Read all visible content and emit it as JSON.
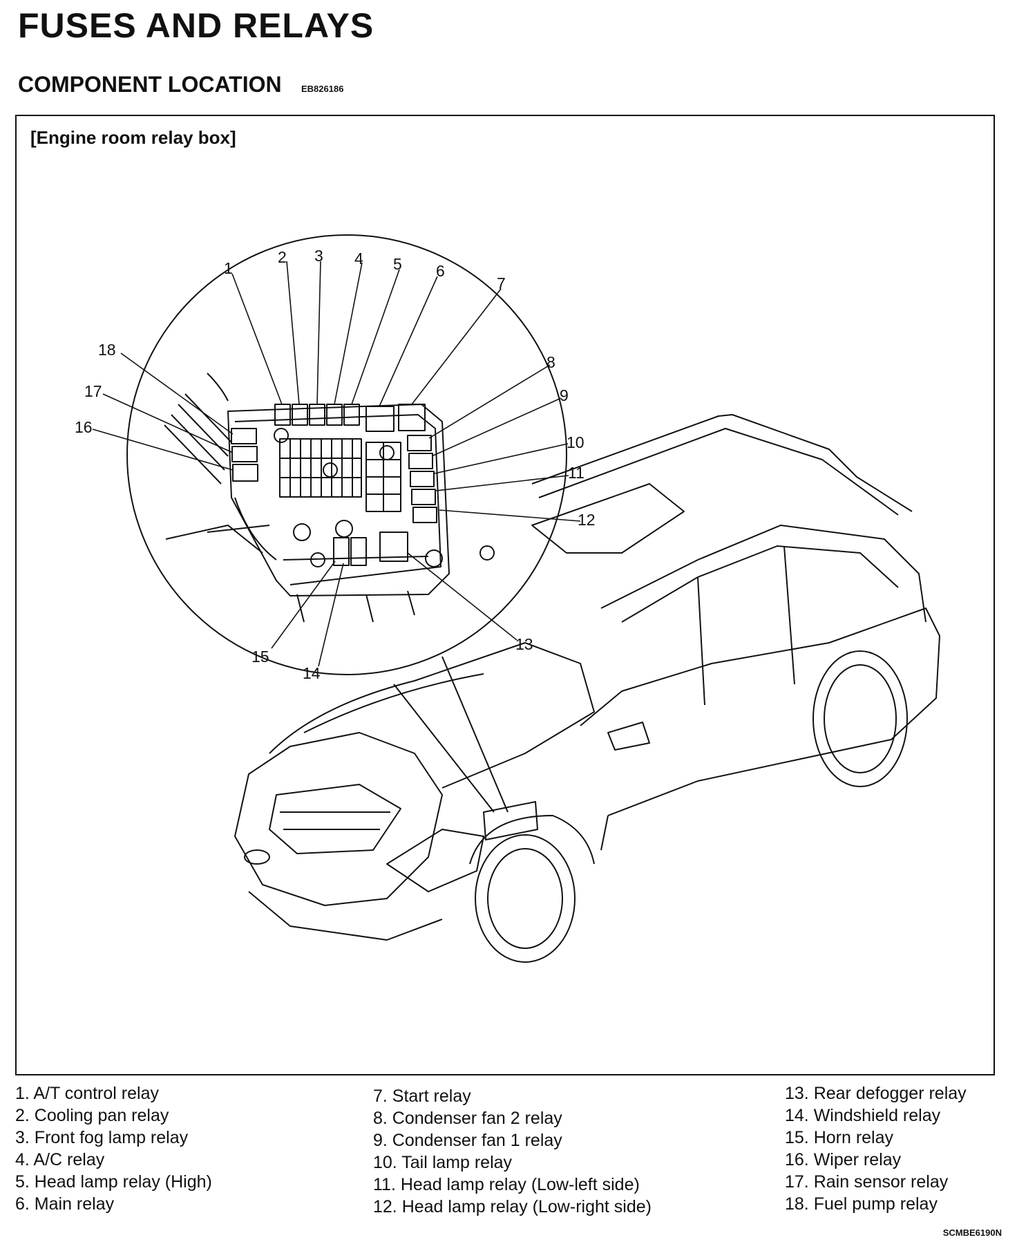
{
  "header": {
    "title": "FUSES AND RELAYS",
    "subtitle": "COMPONENT LOCATION",
    "doc_code": "EB826186"
  },
  "figure": {
    "caption": "[Engine room relay box]",
    "callouts": [
      "1",
      "2",
      "3",
      "4",
      "5",
      "6",
      "7",
      "8",
      "9",
      "10",
      "11",
      "12",
      "13",
      "14",
      "15",
      "16",
      "17",
      "18"
    ]
  },
  "legend": {
    "column1": [
      "1. A/T control relay",
      "2. Cooling pan relay",
      "3. Front fog lamp relay",
      "4. A/C relay",
      "5. Head lamp relay (High)",
      "6. Main relay"
    ],
    "column2": [
      "7. Start relay",
      "8. Condenser fan 2 relay",
      "9. Condenser fan 1 relay",
      "10. Tail lamp relay",
      "11. Head lamp relay (Low-left side)",
      "12. Head lamp relay (Low-right side)"
    ],
    "column3": [
      "13. Rear defogger relay",
      "14. Windshield relay",
      "15. Horn relay",
      "16. Wiper relay",
      "17. Rain sensor relay",
      "18. Fuel pump relay"
    ]
  },
  "footer": {
    "code": "SCMBE6190N"
  }
}
